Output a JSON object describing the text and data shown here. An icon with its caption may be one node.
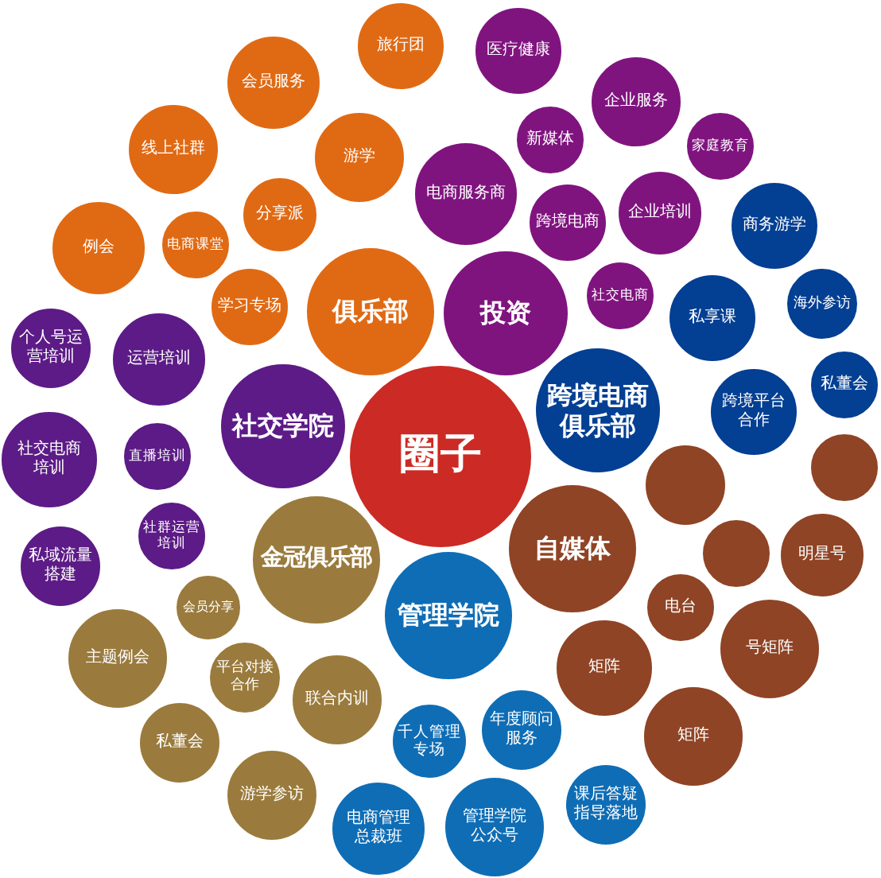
{
  "diagram": {
    "nodes": [
      {
        "text": [
          "旅行团"
        ]
      },
      {
        "text": [
          "医疗健康"
        ]
      },
      {
        "text": [
          "会员服务"
        ]
      },
      {
        "text": [
          "企业服务"
        ]
      },
      {
        "text": [
          "新媒体"
        ]
      },
      {
        "text": [
          "家庭教育"
        ]
      },
      {
        "text": [
          "线上社群"
        ]
      },
      {
        "text": [
          "游学"
        ]
      },
      {
        "text": [
          "电商服务商"
        ]
      },
      {
        "text": [
          "企业培训"
        ]
      },
      {
        "text": [
          "分享派"
        ]
      },
      {
        "text": [
          "跨境电商"
        ]
      },
      {
        "text": [
          "商务游学"
        ]
      },
      {
        "text": [
          "电商课堂"
        ]
      },
      {
        "text": [
          "例会"
        ]
      },
      {
        "text": [
          "社交电商"
        ]
      },
      {
        "text": [
          "海外参访"
        ]
      },
      {
        "text": [
          "学习专场"
        ]
      },
      {
        "text": [
          "俱乐部"
        ]
      },
      {
        "text": [
          "私享课"
        ]
      },
      {
        "text": [
          "投资"
        ]
      },
      {
        "text": [
          "个人号运营培训"
        ]
      },
      {
        "text": [
          "运营培训"
        ]
      },
      {
        "text": [
          "私董会"
        ]
      },
      {
        "text": [
          "跨境电商俱乐部"
        ]
      },
      {
        "text": [
          "跨境平台合作"
        ]
      },
      {
        "text": [
          "社交学院"
        ]
      },
      {
        "text": [
          "圈子"
        ]
      },
      {
        "text": [
          "直播培训"
        ]
      },
      {
        "text": [
          "社交电商培训"
        ]
      },
      {
        "text": [],
        "shape": "circle"
      },
      {
        "text": [],
        "shape": "circle"
      },
      {
        "text": [
          "社群运营培训"
        ]
      },
      {
        "text": [
          "自媒体"
        ]
      },
      {
        "text": [],
        "shape": "circle"
      },
      {
        "text": [
          "明星号"
        ]
      },
      {
        "text": [
          "金冠俱乐部"
        ]
      },
      {
        "text": [
          "私域流量搭建"
        ]
      },
      {
        "text": [
          "管理学院"
        ]
      },
      {
        "text": [
          "会员分享"
        ]
      },
      {
        "text": [
          "电台"
        ]
      },
      {
        "text": [
          "号矩阵"
        ]
      },
      {
        "text": [
          "主题例会"
        ]
      },
      {
        "text": [
          "矩阵"
        ]
      },
      {
        "text": [
          "平台对接合作"
        ]
      },
      {
        "text": [
          "联合内训"
        ]
      },
      {
        "text": [
          "年度顾问服务"
        ]
      },
      {
        "text": [
          "矩阵"
        ]
      },
      {
        "text": [
          "千人管理专场"
        ]
      },
      {
        "text": [
          "私董会"
        ]
      },
      {
        "text": [
          "游学参访"
        ]
      },
      {
        "text": [
          "课后答疑指导落地"
        ]
      },
      {
        "text": [
          "管理学院公众号"
        ]
      },
      {
        "text": [
          "电商管理总裁班"
        ]
      }
    ]
  }
}
